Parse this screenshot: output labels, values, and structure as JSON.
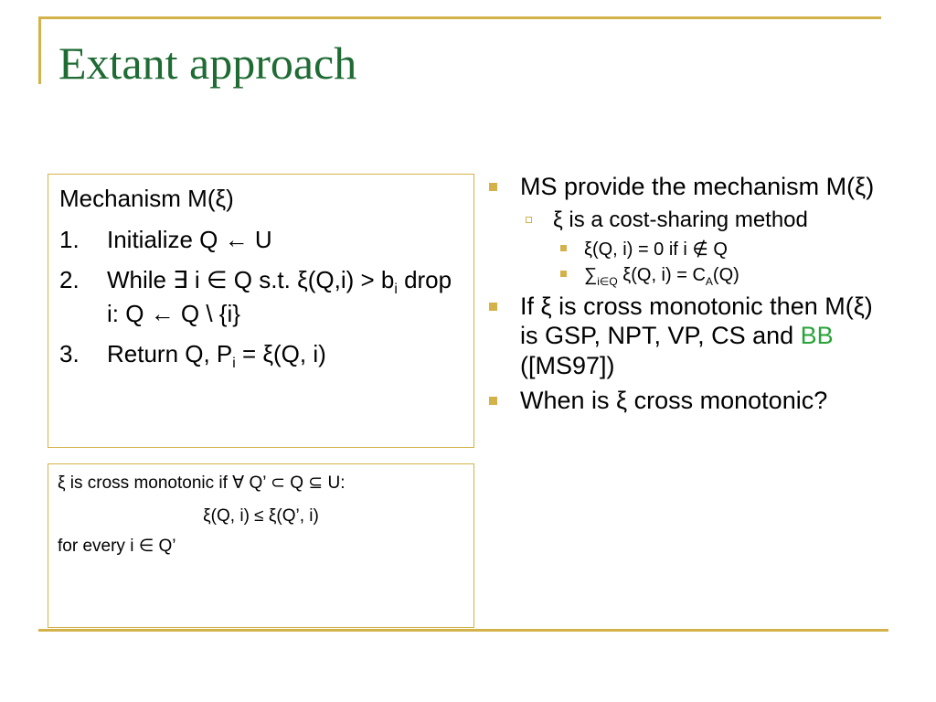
{
  "slide": {
    "title": "Extant approach"
  },
  "mechanism_box": {
    "heading": "Mechanism M(ξ)",
    "steps": [
      {
        "num": "1.",
        "text": "Initialize Q ← U"
      },
      {
        "num": "2.",
        "text_a": "While ∃ i ∈ Q s.t. ξ(Q,i) > b",
        "sub": "i",
        "text_b": " drop i: Q ← Q \\ {i}"
      },
      {
        "num": "3.",
        "text_a": "Return Q, P",
        "sub": "i",
        "text_b": " = ξ(Q, i)"
      }
    ]
  },
  "definition_box": {
    "line1": "ξ is cross monotonic if ∀ Q’ ⊂ Q ⊆ U:",
    "formula": "ξ(Q, i) ≤ ξ(Q’, i)",
    "line3": "for every i ∈ Q’"
  },
  "bullets": {
    "b1": "MS provide the mechanism M(ξ)",
    "b1_sub": "ξ is a cost-sharing method",
    "b1_sub_items": {
      "item1": "ξ(Q, i) = 0 if i ∉ Q",
      "item2_sum": "∑",
      "item2_sub": "i∈Q",
      "item2_mid": " ξ(Q, i) = C",
      "item2_sub2": "A",
      "item2_end": "(Q)"
    },
    "b2_text": "If ξ is cross monotonic then M(ξ) is GSP, NPT, VP, CS and ",
    "b2_highlight": "BB",
    "b2_end": " ([MS97])",
    "b3": "When is ξ cross monotonic?"
  },
  "colors": {
    "title": "#1f6b34",
    "accent": "#d4b24a",
    "highlight": "#2aa33a"
  }
}
